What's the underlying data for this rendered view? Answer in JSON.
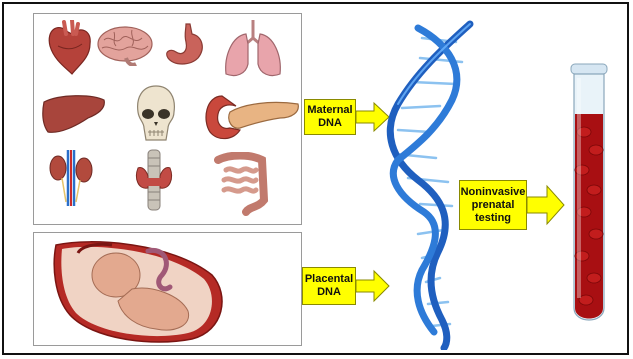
{
  "labels": {
    "maternal_dna": "Maternal\nDNA",
    "placental_dna": "Placental\nDNA",
    "nipt": "Noninvasive\nprenatal\ntesting"
  },
  "colors": {
    "callout_fill": "#ffff00",
    "dna_blue": "#1f5fbf",
    "dna_light": "#6fb6ff",
    "blood": "#a80f12",
    "organ_red": "#b5423a",
    "organ_pink": "#e59aa0"
  },
  "icons": [
    "heart-icon",
    "brain-icon",
    "stomach-icon",
    "lungs-icon",
    "liver-icon",
    "skull-icon",
    "pancreas-icon",
    "kidneys-icon",
    "thyroid-icon",
    "intestines-icon",
    "fetus-in-uterus-icon",
    "dna-helix-icon",
    "test-tube-icon"
  ]
}
